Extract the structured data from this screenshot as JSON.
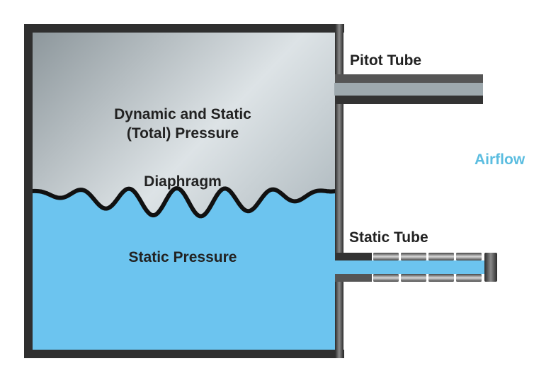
{
  "labels": {
    "upper_chamber": [
      "Dynamic and Static",
      "(Total) Pressure"
    ],
    "diaphragm": "Diaphragm",
    "lower_chamber": "Static Pressure",
    "pitot_tube": "Pitot Tube",
    "static_tube": "Static Tube",
    "airflow": "Airflow"
  },
  "colors": {
    "static_fluid": "#6cc4ef",
    "wall": "#3a3a3a",
    "airflow_text": "#5bbde0"
  }
}
